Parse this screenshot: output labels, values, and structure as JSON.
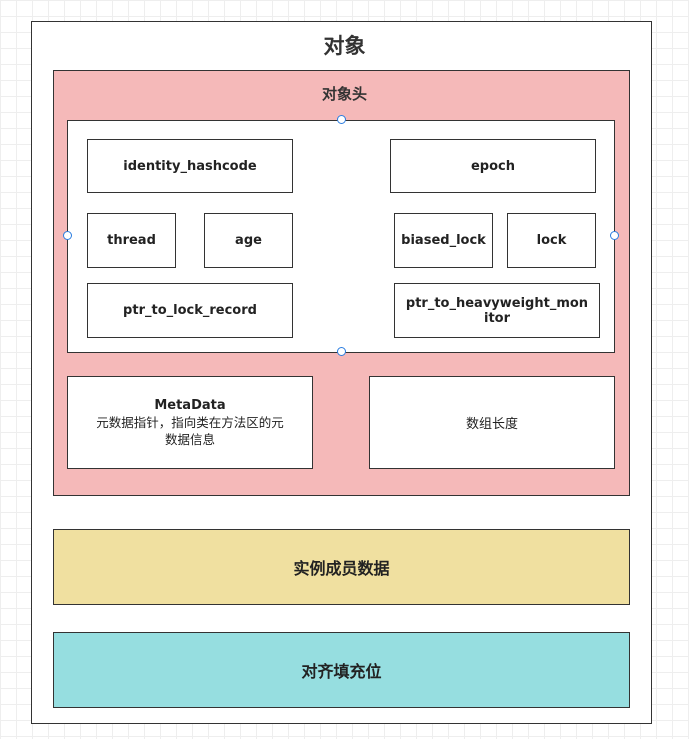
{
  "object": {
    "title": "对象"
  },
  "header": {
    "title": "对象头",
    "mark_word": {
      "identity_hashcode": "identity_hashcode",
      "epoch": "epoch",
      "thread": "thread",
      "age": "age",
      "biased_lock": "biased_lock",
      "lock": "lock",
      "ptr_to_lock_record": "ptr_to_lock_record",
      "ptr_to_heavyweight_monitor": "ptr_to_heavyweight_monitor"
    },
    "metadata": {
      "title": "MetaData",
      "description": "元数据指针，指向类在方法区的元数据信息"
    },
    "array_length": "数组长度"
  },
  "instance_data": "实例成员数据",
  "padding": "对齐填充位",
  "colors": {
    "header_fill": "#f5b9b9",
    "instance_fill": "#f0e0a0",
    "padding_fill": "#96dee0",
    "selection_handle": "#2b7de0"
  }
}
